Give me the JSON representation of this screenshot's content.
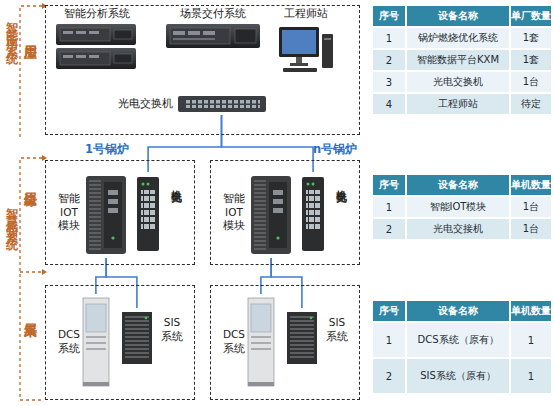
{
  "diagram": {
    "nodes": [
      {
        "text": [
          "应用层"
        ]
      },
      {
        "text": [
          "智能分析系统"
        ],
        "in": 0
      },
      {
        "text": [
          "场景交付系统"
        ],
        "in": 0
      },
      {
        "text": [
          "工程师站"
        ],
        "in": 0
      },
      {
        "text": [
          "光电交换机"
        ],
        "in": 0
      },
      {
        "text": [
          "1号锅炉",
          "边缘层"
        ]
      },
      {
        "text": [
          "智能 IOT 模块"
        ],
        "in": 5
      },
      {
        "text": [
          "光电交换机"
        ],
        "in": 5
      },
      {
        "text": [
          "n号锅炉"
        ]
      },
      {
        "text": [
          "智能 IOT 模块"
        ],
        "in": 8
      },
      {
        "text": [
          "光电交换机"
        ],
        "in": 8
      },
      {
        "text": [
          "采集层"
        ]
      },
      {
        "text": [
          "DCS 系统"
        ],
        "in": 11
      },
      {
        "text": [
          "SIS 系统"
        ],
        "in": 11
      },
      {
        "text": []
      },
      {
        "text": [
          "DCS 系统"
        ],
        "in": 14
      },
      {
        "text": [
          "SIS 系统"
        ],
        "in": 14
      }
    ],
    "edges": [
      {
        "from": 4,
        "to": 7,
        "arrow": "none"
      },
      {
        "from": 4,
        "to": 10,
        "arrow": "none"
      },
      {
        "from": 6,
        "to": 12,
        "arrow": "none"
      },
      {
        "from": 6,
        "to": 13,
        "arrow": "none"
      },
      {
        "from": 9,
        "to": 15,
        "arrow": "none"
      },
      {
        "from": 9,
        "to": 16,
        "arrow": "none"
      }
    ],
    "labels": [
      "智能应用系统",
      "序号",
      "设备名称",
      "单厂数量",
      "1",
      "锅炉燃烧优化系统",
      "1套",
      "2",
      "智能数据平台KXM",
      "1套",
      "3",
      "光电交换机",
      "1台",
      "4",
      "工程师站",
      "待定",
      "智慧感知系统",
      "序号",
      "设备名称",
      "单机数量",
      "1",
      "智能IOT模块",
      "1台",
      "2",
      "光电交接机",
      "1台",
      "序号",
      "设备名称",
      "单机数量",
      "1",
      "DCS系统（原有）",
      "1",
      "2",
      "SIS系统（原有）",
      "1"
    ]
  }
}
